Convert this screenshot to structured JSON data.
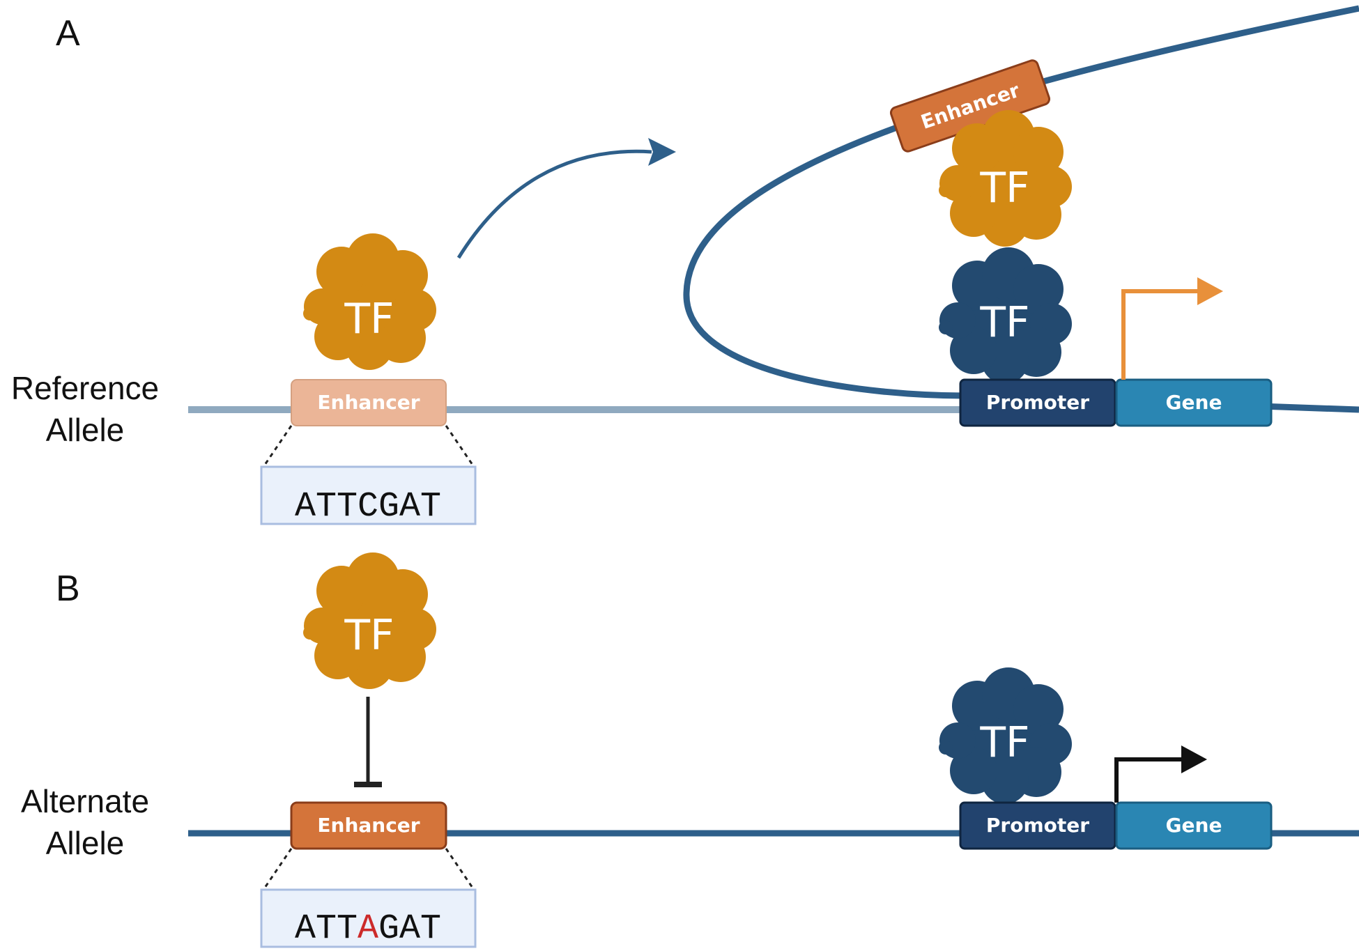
{
  "panels": {
    "a": {
      "label": "A",
      "allele": [
        "Reference",
        "Allele"
      ],
      "sequence": [
        "ATTCGAT"
      ]
    },
    "b": {
      "label": "B",
      "allele": [
        "Alternate",
        "Allele"
      ],
      "sequence_pre": "ATT",
      "sequence_mut": "A",
      "sequence_post": "GAT"
    }
  },
  "labels": {
    "tf": "TF",
    "enhancer": "Enhancer",
    "promoter": "Promoter",
    "gene": "Gene"
  },
  "colors": {
    "dna": "#2e5f8a",
    "dna_faded": "#8fa9bf",
    "tf_orange": "#d38a14",
    "tf_blue": "#234a70",
    "enhancer": "#d4743a",
    "promoter": "#22436e",
    "gene": "#2a86b3",
    "arrow_active": "#e8903a",
    "arrow_basal": "#111111",
    "mutation": "#cc2a2a",
    "seq_box_fill": "#eaf1fb",
    "seq_box_stroke": "#a9bde0"
  }
}
